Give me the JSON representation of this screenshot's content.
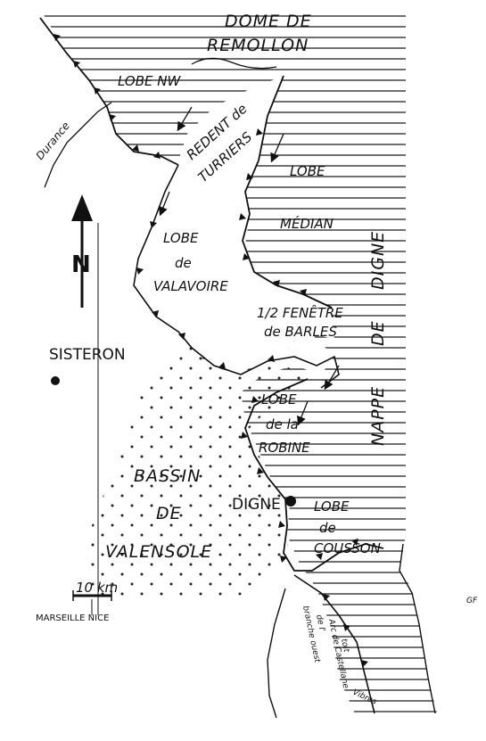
{
  "map": {
    "labels": {
      "dome_line1": "DOME DE",
      "dome_line2": "REMOLLON",
      "lobe_nw": "LOBE NW",
      "durance": "Durance",
      "redent_line1": "REDENT de",
      "redent_line2": "TURRIERS",
      "lobe_median_1": "LOBE",
      "lobe_median_2": "MÉDIAN",
      "lobe_valavoire_1": "LOBE",
      "lobe_valavoire_2": "de",
      "lobe_valavoire_3": "VALAVOIRE",
      "digne_vertical": "DIGNE",
      "de_vertical": "DE",
      "nappe_vertical": "NAPPE",
      "fenetre_1": "1/2 FENÊTRE",
      "fenetre_2": "de BARLES",
      "sisteron": "SISTERON",
      "north": "N",
      "lobe_robine_1": "LOBE",
      "lobe_robine_2": "de la",
      "lobe_robine_3": "ROBINE",
      "bassin_1": "BASSIN",
      "bassin_2": "DE",
      "bassin_3": "VALENSOLE",
      "digne_city": "DIGNE",
      "lobe_cousson_1": "LOBE",
      "lobe_cousson_2": "de",
      "lobe_cousson_3": "COUSSON",
      "scale": "10 km",
      "scale_ends": "MARSEILLE NICE",
      "branche_1": "branche ouest",
      "branche_2": "de l'",
      "branche_3": "Arc de Castellane",
      "toit": "toit",
      "vibres": "Vibres",
      "margin_mark": "GF"
    }
  }
}
